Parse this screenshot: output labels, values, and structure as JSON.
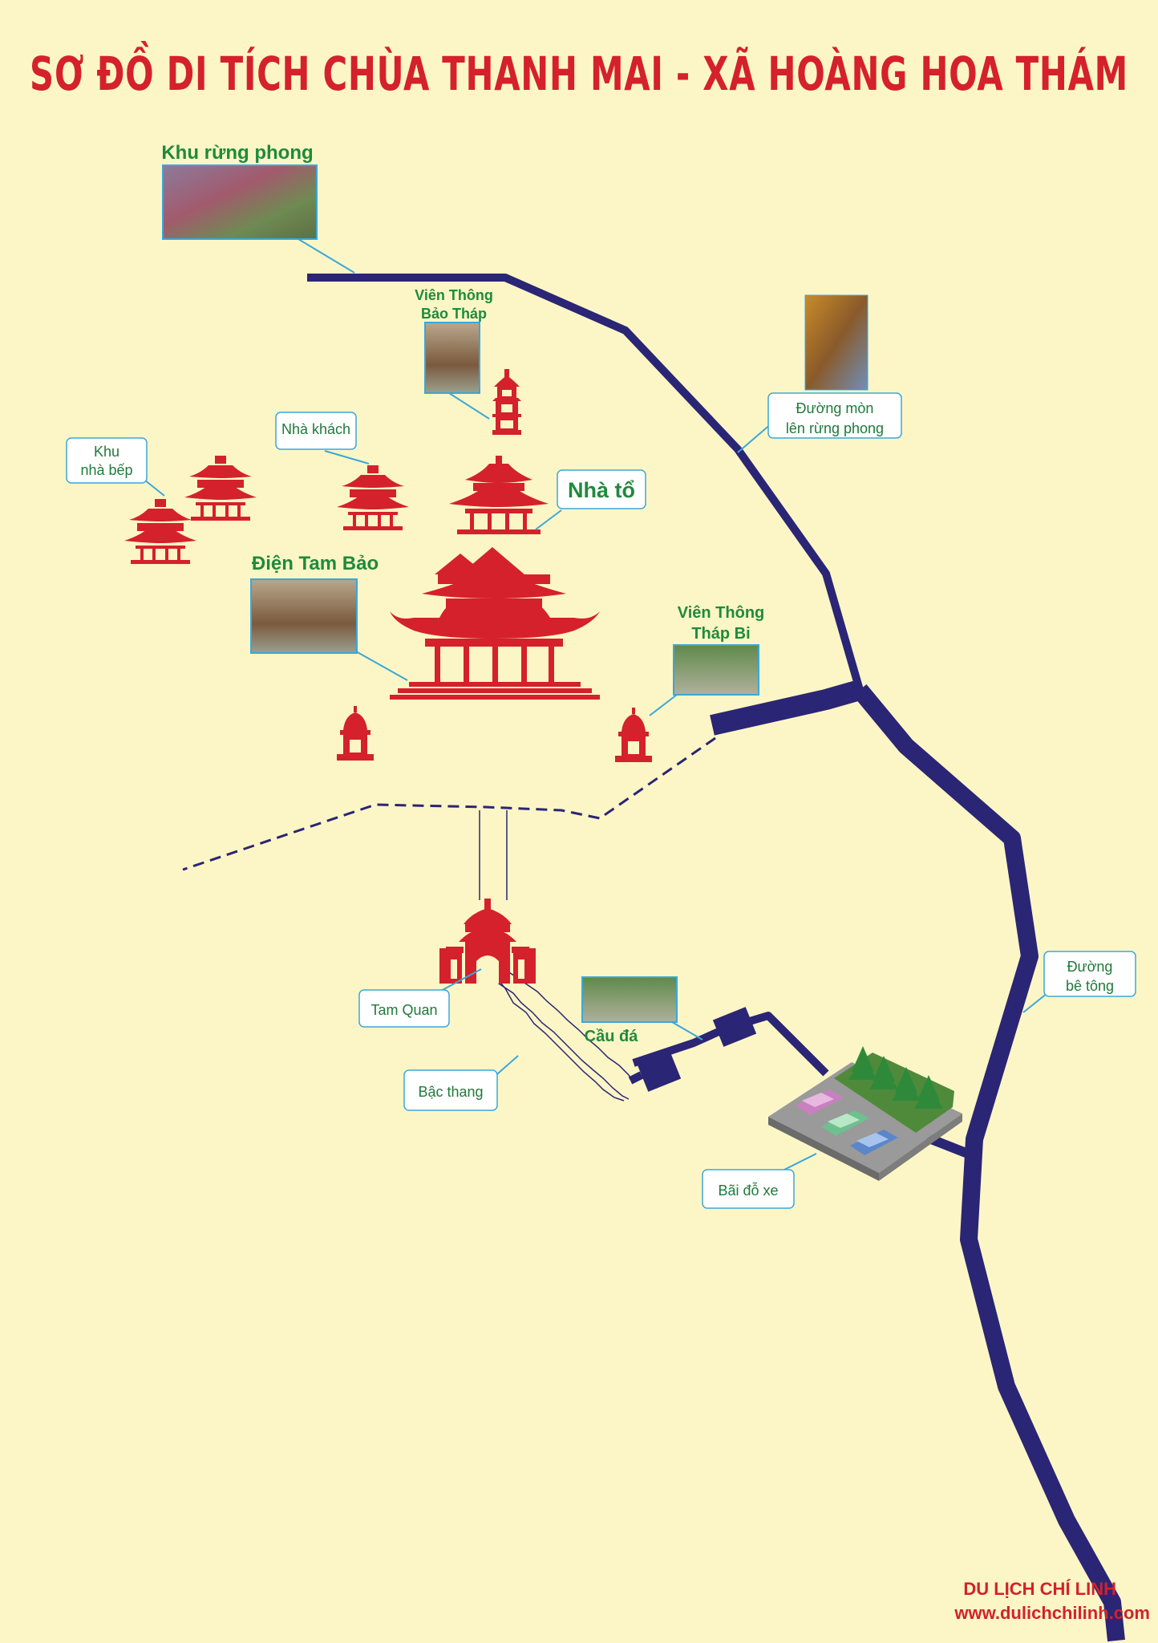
{
  "title": "SƠ ĐỒ DI TÍCH CHÙA THANH MAI - XÃ HOÀNG HOA THÁM",
  "labels": {
    "khu_rung_phong": "Khu rừng phong",
    "vien_thong_bao_thap_1": "Viên Thông",
    "vien_thong_bao_thap_2": "Bảo Tháp",
    "nha_khach": "Nhà khách",
    "khu_nha_bep_1": "Khu",
    "khu_nha_bep_2": "nhà bếp",
    "nha_to": "Nhà tổ",
    "dien_tam_bao": "Điện Tam Bảo",
    "vien_thong_thap_bi_1": "Viên Thông",
    "vien_thong_thap_bi_2": "Tháp Bi",
    "duong_mon_1": "Đường mòn",
    "duong_mon_2": "lên rừng phong",
    "tam_quan": "Tam Quan",
    "bac_thang": "Bậc thang",
    "cau_da": "Cầu đá",
    "bai_do_xe": "Bãi đỗ xe",
    "duong_be_tong_1": "Đường",
    "duong_be_tong_2": "bê tông"
  },
  "credit": {
    "line1": "DU LỊCH CHÍ LINH",
    "line2": "www.dulichchilinh.com"
  },
  "colors": {
    "background": "#fcf6c6",
    "road": "#2b2575",
    "temple": "#d4212b",
    "label_green": "#1f8a3c",
    "callout_border": "#3ba7d9"
  }
}
